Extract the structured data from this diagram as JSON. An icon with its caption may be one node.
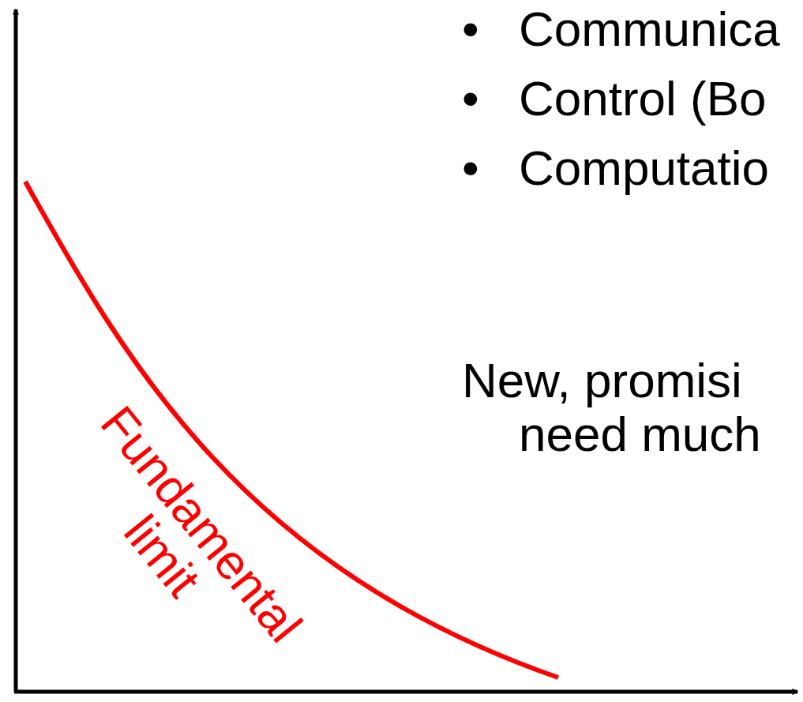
{
  "diagram": {
    "labels": [
      "•",
      "Communica",
      "•",
      "Control (Bo",
      "•",
      "Computatio",
      "New, promisi need much",
      "Fundamental limit"
    ]
  }
}
